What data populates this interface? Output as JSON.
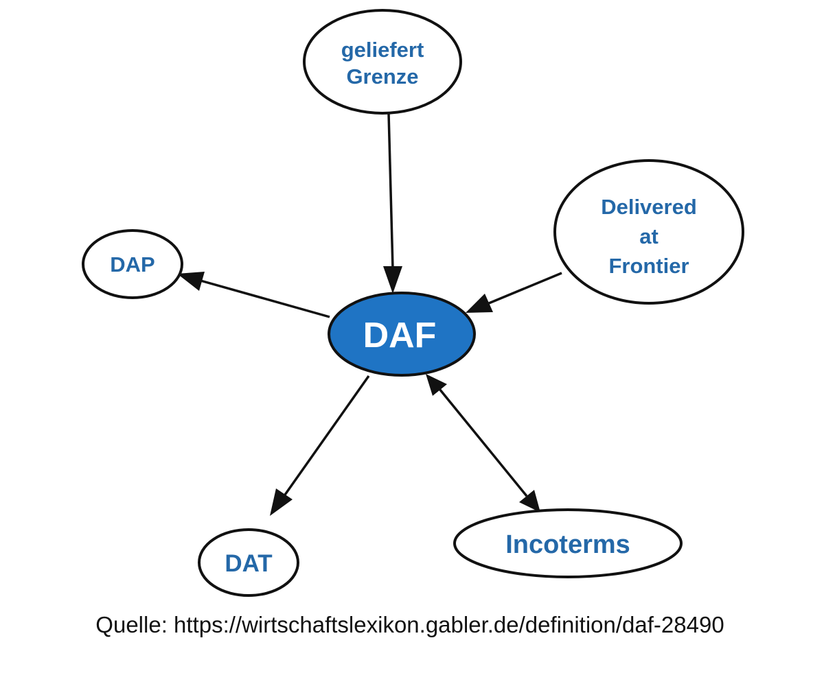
{
  "nodes": {
    "geliefert": {
      "lines": [
        "geliefert",
        "Grenze"
      ]
    },
    "delivered": {
      "lines": [
        "Delivered",
        "at",
        "Frontier"
      ]
    },
    "dap": {
      "lines": [
        "DAP"
      ]
    },
    "daf": {
      "lines": [
        "DAF"
      ]
    },
    "dat": {
      "lines": [
        "DAT"
      ]
    },
    "incoterms": {
      "lines": [
        "Incoterms"
      ]
    }
  },
  "caption": "Quelle: https://wirtschaftslexikon.gabler.de/definition/daf-28490",
  "colors": {
    "center_fill": "#1f74c4",
    "label": "#2468a8",
    "edge": "#111111"
  }
}
